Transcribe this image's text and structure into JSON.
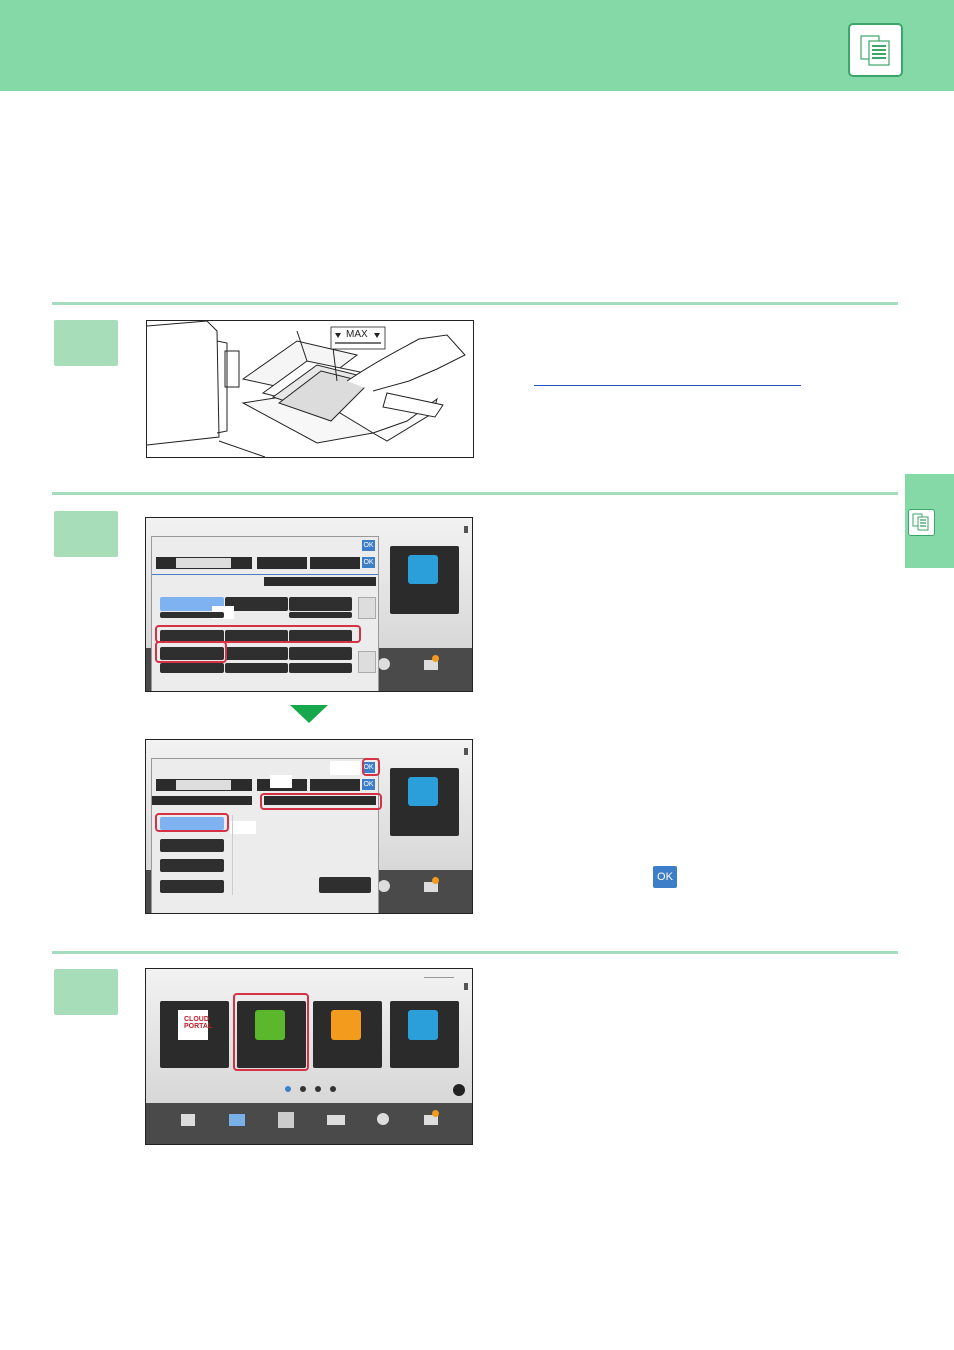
{
  "colors": {
    "header_green": "#84d9a6",
    "step_box": "#a8ddb9",
    "divider": "#a5dcbb",
    "highlight_red": "#d63245",
    "arrow_green": "#17a84d",
    "ok_blue": "#3d7ec9",
    "link_blue": "#1f4fbf"
  },
  "icons": {
    "header": "copy-icon",
    "side_tab": "copy-icon",
    "cloud_portal_tile": "cloud-portal-icon",
    "copy_tile": "copy-icon",
    "scan_tile": "scanner-icon",
    "fax_tile": "fax-icon"
  },
  "step1": {
    "illustration_label": "MAX"
  },
  "step2": {
    "ok_label": "OK",
    "inline_ok_label": "OK"
  },
  "step3": {
    "cloud_portal_label": "CLOUD PORTAL"
  }
}
